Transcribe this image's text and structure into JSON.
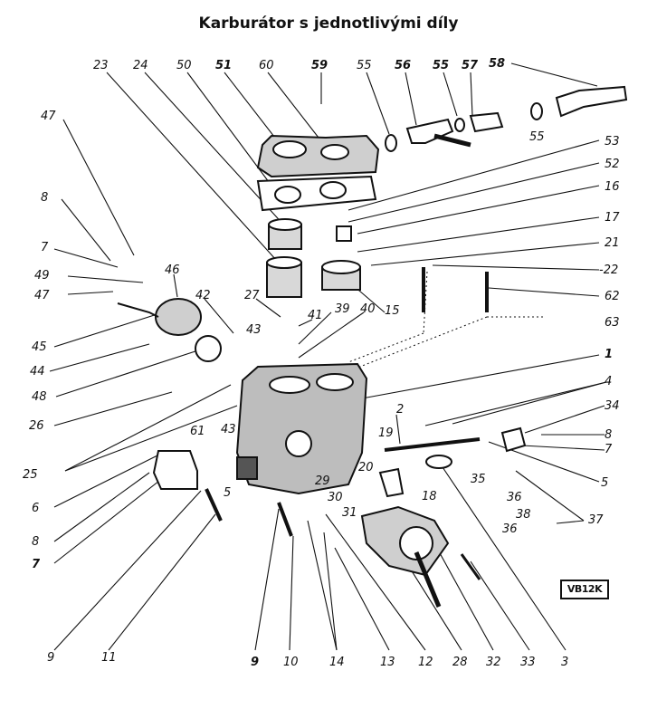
{
  "title": "Karburátor s jednotlivými díly",
  "image_code": "VB12K",
  "callouts": [
    {
      "id": "c23",
      "label": "23"
    },
    {
      "id": "c24",
      "label": "24"
    },
    {
      "id": "c50",
      "label": "50"
    },
    {
      "id": "c51",
      "label": "51"
    },
    {
      "id": "c60",
      "label": "60"
    },
    {
      "id": "c59",
      "label": "59"
    },
    {
      "id": "c55a",
      "label": "55"
    },
    {
      "id": "c56",
      "label": "56"
    },
    {
      "id": "c55b",
      "label": "55"
    },
    {
      "id": "c57",
      "label": "57"
    },
    {
      "id": "c58",
      "label": "58"
    },
    {
      "id": "c55c",
      "label": "55"
    },
    {
      "id": "c53",
      "label": "53"
    },
    {
      "id": "c52",
      "label": "52"
    },
    {
      "id": "c16",
      "label": "16"
    },
    {
      "id": "c17",
      "label": "17"
    },
    {
      "id": "c21",
      "label": "21"
    },
    {
      "id": "c22",
      "label": "-22"
    },
    {
      "id": "c62",
      "label": "62"
    },
    {
      "id": "c63",
      "label": "63"
    },
    {
      "id": "c47a",
      "label": "47"
    },
    {
      "id": "c8a",
      "label": "8"
    },
    {
      "id": "c7a",
      "label": "7"
    },
    {
      "id": "c49",
      "label": "49"
    },
    {
      "id": "c46",
      "label": "46"
    },
    {
      "id": "c47b",
      "label": "47"
    },
    {
      "id": "c42",
      "label": "42"
    },
    {
      "id": "c27",
      "label": "27"
    },
    {
      "id": "c41",
      "label": "41"
    },
    {
      "id": "c39",
      "label": "39"
    },
    {
      "id": "c40",
      "label": "40"
    },
    {
      "id": "c15",
      "label": "15"
    },
    {
      "id": "c45",
      "label": "45"
    },
    {
      "id": "c43a",
      "label": "43"
    },
    {
      "id": "c44",
      "label": "44"
    },
    {
      "id": "c48",
      "label": "48"
    },
    {
      "id": "c1",
      "label": "1"
    },
    {
      "id": "c26",
      "label": "26"
    },
    {
      "id": "c4",
      "label": "4"
    },
    {
      "id": "c34",
      "label": "34"
    },
    {
      "id": "c2",
      "label": "2"
    },
    {
      "id": "c19",
      "label": "19"
    },
    {
      "id": "c8b",
      "label": "8"
    },
    {
      "id": "c7b",
      "label": "7"
    },
    {
      "id": "c61",
      "label": "61"
    },
    {
      "id": "c43b",
      "label": "43"
    },
    {
      "id": "c25",
      "label": "25"
    },
    {
      "id": "c5a",
      "label": "5"
    },
    {
      "id": "c20",
      "label": "20"
    },
    {
      "id": "c29",
      "label": "29"
    },
    {
      "id": "c5b",
      "label": "5"
    },
    {
      "id": "c6",
      "label": "6"
    },
    {
      "id": "c35",
      "label": "35"
    },
    {
      "id": "c36a",
      "label": "36"
    },
    {
      "id": "c18",
      "label": "18"
    },
    {
      "id": "c30",
      "label": "30"
    },
    {
      "id": "c38",
      "label": "38"
    },
    {
      "id": "c31",
      "label": "31"
    },
    {
      "id": "c8c",
      "label": "8"
    },
    {
      "id": "c36b",
      "label": "36"
    },
    {
      "id": "c37",
      "label": "37"
    },
    {
      "id": "c7c",
      "label": "7"
    },
    {
      "id": "c9a",
      "label": "9"
    },
    {
      "id": "c11",
      "label": "11"
    },
    {
      "id": "c9b",
      "label": "9"
    },
    {
      "id": "c10",
      "label": "10"
    },
    {
      "id": "c14",
      "label": "14"
    },
    {
      "id": "c13",
      "label": "13"
    },
    {
      "id": "c12",
      "label": "12"
    },
    {
      "id": "c28",
      "label": "28"
    },
    {
      "id": "c32",
      "label": "32"
    },
    {
      "id": "c33",
      "label": "33"
    },
    {
      "id": "c3",
      "label": "3"
    }
  ]
}
